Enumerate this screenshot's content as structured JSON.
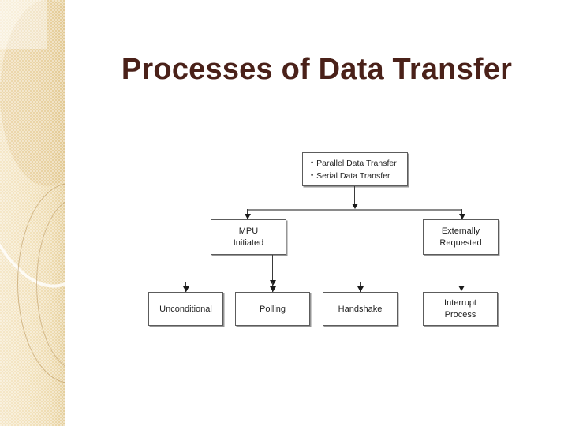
{
  "slide": {
    "title": "Processes of Data Transfer",
    "title_color": "#4a2119",
    "background_color": "#ffffff",
    "sidebar_color": "#f2e2bd"
  },
  "diagram": {
    "type": "tree",
    "root": {
      "id": "root",
      "bullets": [
        "Parallel Data Transfer",
        "Serial Data Transfer"
      ]
    },
    "level2": [
      {
        "id": "mpu-initiated",
        "label": "MPU\nInitiated",
        "line1": "MPU",
        "line2": "Initiated"
      },
      {
        "id": "externally-requested",
        "label": "Externally\nRequested",
        "line1": "Externally",
        "line2": "Requested"
      }
    ],
    "level3": [
      {
        "id": "unconditional",
        "label": "Unconditional"
      },
      {
        "id": "polling",
        "label": "Polling"
      },
      {
        "id": "handshake",
        "label": "Handshake"
      },
      {
        "id": "interrupt-process",
        "line1": "Interrupt",
        "line2": "Process",
        "label": "Interrupt Process"
      }
    ]
  }
}
